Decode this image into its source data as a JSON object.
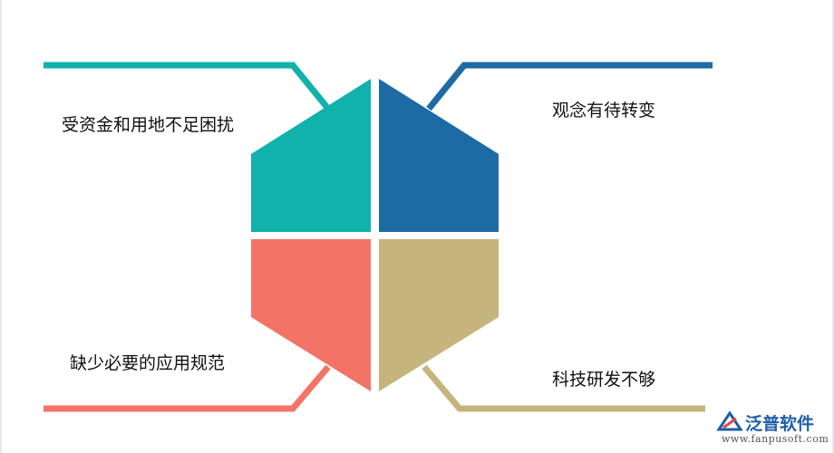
{
  "quadrants": [
    {
      "id": "top-left",
      "label": "受资金和用地不足困扰",
      "color": "#11b1ac"
    },
    {
      "id": "top-right",
      "label": "观念有待转变",
      "color": "#1e6aa5"
    },
    {
      "id": "bottom-left",
      "label": "缺少必要的应用规范",
      "color": "#f37466"
    },
    {
      "id": "bottom-right",
      "label": "科技研发不够",
      "color": "#c5b47c"
    }
  ],
  "watermark": {
    "brand": "泛普软件",
    "url": "www.fanpusoft.com",
    "logo_icon": "fanpu-logo-icon"
  }
}
